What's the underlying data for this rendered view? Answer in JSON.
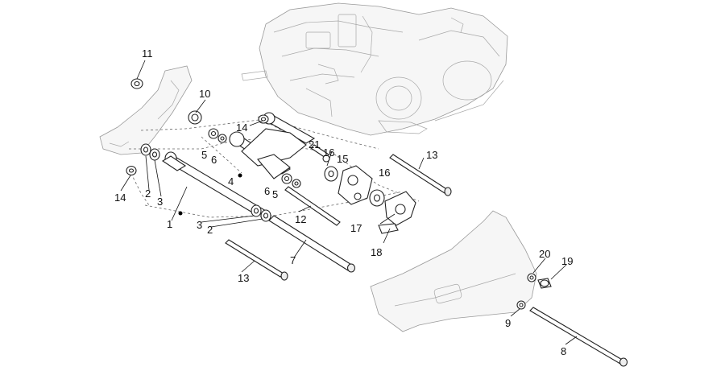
{
  "callouts": {
    "c1": "1",
    "c2a": "2",
    "c2b": "2",
    "c3a": "3",
    "c3b": "3",
    "c4": "4",
    "c5a": "5",
    "c5b": "5",
    "c6a": "6",
    "c6b": "6",
    "c7": "7",
    "c8": "8",
    "c9": "9",
    "c10": "10",
    "c11": "11",
    "c12": "12",
    "c13a": "13",
    "c13b": "13",
    "c14a": "14",
    "c14b": "14",
    "c15": "15",
    "c16a": "16",
    "c16b": "16",
    "c17": "17",
    "c18": "18",
    "c19": "19",
    "c20": "20",
    "c21": "21"
  }
}
